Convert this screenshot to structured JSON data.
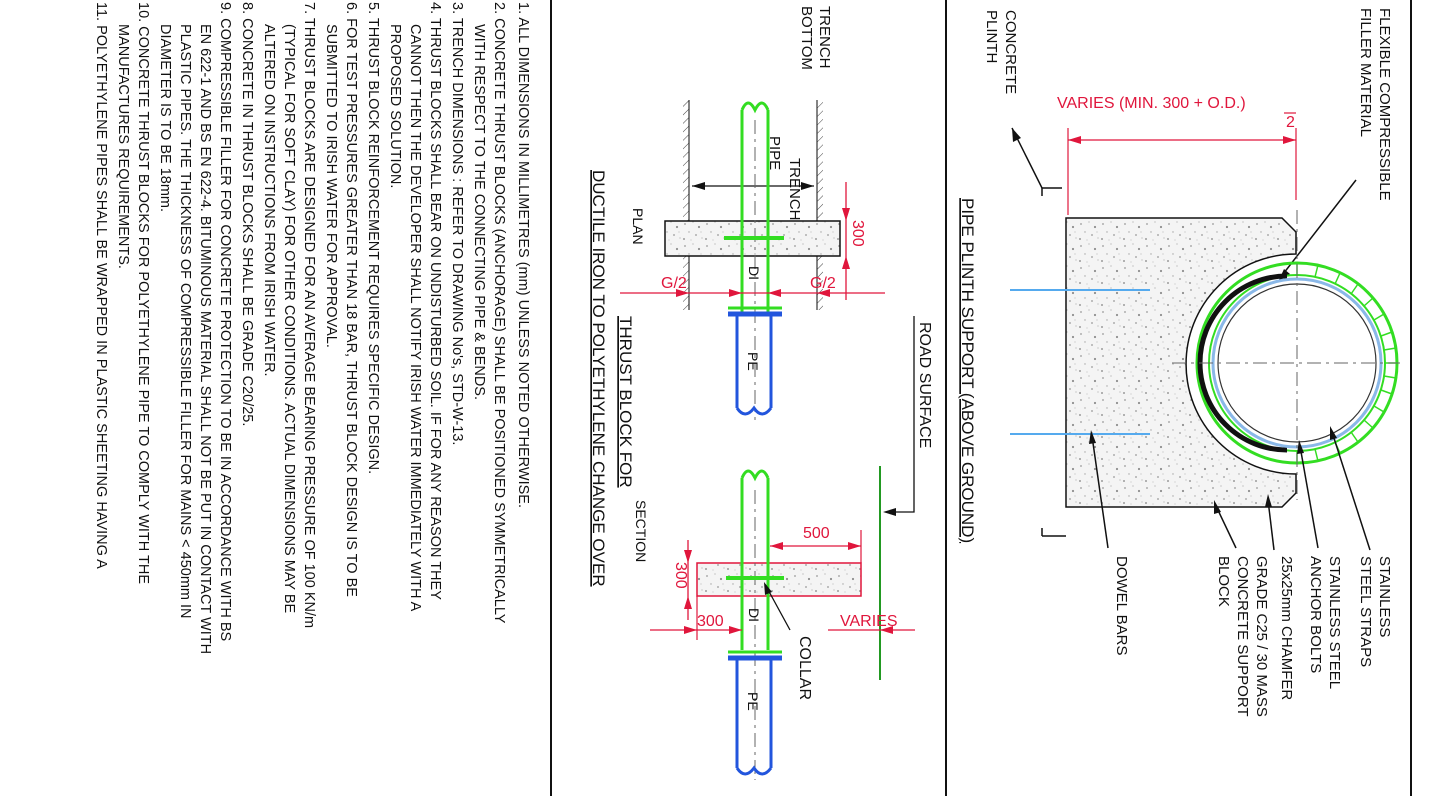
{
  "notes": [
    "1.  ALL DIMENSIONS IN MILLIMETRES (mm) UNLESS NOTED OTHERWISE.",
    "2.  CONCRETE THRUST BLOCKS (ANCHORAGE) SHALL BE POSITIONED SYMMETRICALLY",
    "WITH RESPECT TO THE CONNECTING PIPE & BENDS.",
    "3.  TRENCH DIMENSIONS : REFER TO DRAWING No's, STD-W-13.",
    "4.  THRUST BLOCKS SHALL BEAR ON UNDISTURBED SOIL. IF FOR ANY REASON THEY",
    "CANNOT THEN THE DEVELOPER SHALL NOTIFY IRISH WATER IMMEDIATELY WITH A",
    "PROPOSED SOLUTION.",
    "5.  THRUST BLOCK REINFORCEMENT REQUIRES SPECIFIC DESIGN.",
    "6.  FOR TEST PRESSURES GREATER THAN 18 BAR, THRUST BLOCK DESIGN IS TO BE",
    "SUBMITTED TO IRISH WATER FOR APPROVAL.",
    "7.  THRUST BLOCKS ARE DESIGNED FOR  AN  AVERAGE BEARING PRESSURE OF 100 KN/m",
    "(TYPICAL FOR SOFT CLAY) FOR OTHER CONDITIONS.  ACTUAL DIMENSIONS MAY BE",
    "ALTERED ON INSTRUCTIONS FROM IRISH WATER.",
    "8.  CONCRETE IN THRUST BLOCKS SHALL BE GRADE C20/25.",
    "9.  COMPRESSIBLE FILLER FOR CONCRETE PROTECTION TO BE IN ACCORDANCE WITH BS",
    "EN 622-1 AND BS EN 622-4. BITUMINOUS MATERIAL SHALL NOT BE PUT IN CONTACT WITH",
    "PLASTIC PIPES. THE THICKNESS OF COMPRESSIBLE FILLER FOR MAINS < 450mm IN",
    "DIAMETER IS TO BE 18mm.",
    "10.  CONCRETE THRUST BLOCKS FOR POLYETHYLENE PIPE TO COMPLY WITH THE",
    "MANUFACTURES REQUIREMENTS.",
    "11.  POLYETHYLENE PIPES SHALL BE WRAPPED IN PLASTIC SHEETING HAVING A"
  ],
  "thrust": {
    "title_1": "THRUST BLOCK FOR",
    "title_2": "DUCTILE IRON TO POLYETHYLENE CHANGE OVER",
    "trench_bottom_1": "TRENCH",
    "trench_bottom_2": "BOTTOM",
    "pipe_trench_1": "PIPE",
    "pipe_trench_2": "TRENCH",
    "plan": "PLAN",
    "section": "SECTION",
    "road_surface": "ROAD SURFACE",
    "collar": "COLLAR",
    "dim_300": "300",
    "dim_g2": "G/2",
    "dim_500": "500",
    "dim_varies": "VARIES",
    "di": "DI",
    "pe": "PE"
  },
  "plinth": {
    "title": "PIPE PLINTH SUPPORT (ABOVE GROUND)",
    "concrete_plinth_1": "CONCRETE",
    "concrete_plinth_2": "PLINTH",
    "filler_1": "FLEXIBLE COMPRESSIBLE",
    "filler_2": "FILLER MATERIAL",
    "varies": "VARIES (MIN. 300 + O.D.)",
    "fraction_den": "2",
    "straps_1": "STAINLESS",
    "straps_2": "STEEL STRAPS",
    "anchor_1": "STAINLESS STEEL",
    "anchor_2": "ANCHOR BOLTS",
    "chamfer": "25x25mm CHAMFER",
    "grade_1": "GRADE C25 / 30 MASS",
    "grade_2": "CONCRETE SUPPORT",
    "grade_3": "BLOCK",
    "dowel": "DOWEL BARS"
  },
  "colors": {
    "dimension": "#e0163c",
    "pipe_di": "#33dd22",
    "pipe_pe": "#2255dd",
    "dowel": "#55aaee",
    "text": "#111111"
  }
}
